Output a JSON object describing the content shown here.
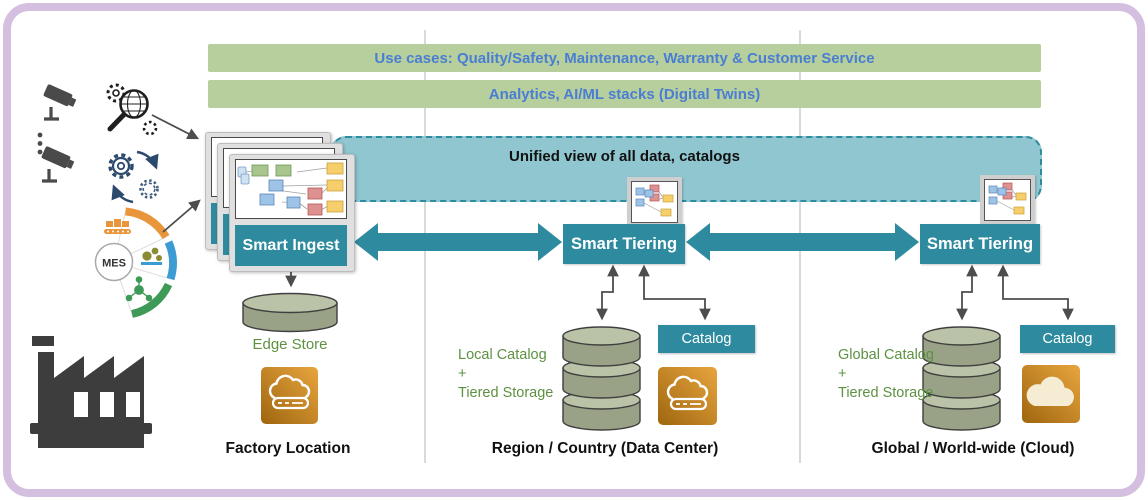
{
  "banners": {
    "use_cases": "Use cases: Quality/Safety, Maintenance, Warranty & Customer Service",
    "analytics": "Analytics, AI/ML stacks (Digital Twins)",
    "unified_view": "Unified view of all data, catalogs"
  },
  "factory": {
    "box_label": "Smart Ingest",
    "store_label": "Edge Store",
    "column_label": "Factory Location"
  },
  "region": {
    "box_label": "Smart Tiering",
    "catalog_label": "Catalog",
    "storage_note": [
      "Local Catalog",
      "+",
      "Tiered Storage"
    ],
    "column_label": "Region / Country (Data Center)"
  },
  "global": {
    "box_label": "Smart Tiering",
    "catalog_label": "Catalog",
    "storage_note": [
      "Global Catalog",
      "+",
      "Tiered Storage"
    ],
    "column_label": "Global / World-wide (Cloud)"
  },
  "source_icons": {
    "mes_label": "MES",
    "camera": "cctv-camera-icon",
    "discover": "search-gears-icon",
    "sync": "gears-sync-icon",
    "factory": "factory-icon"
  },
  "colors": {
    "teal": "#2E8B9F",
    "banner_green": "#B7CF9D",
    "banner_text_blue": "#4A7ED2",
    "unified_fill": "#8FC6CF",
    "unified_border": "#2E8CA0",
    "green_text": "#5D9141",
    "orange_icon_dark": "#9F660F",
    "orange_icon_light": "#E8A53E",
    "frame_border": "#D5BFE0",
    "arrow_dark": "#4D4D4D",
    "cylinder_body": "#99A287",
    "cylinder_top": "#BAC3A7"
  }
}
